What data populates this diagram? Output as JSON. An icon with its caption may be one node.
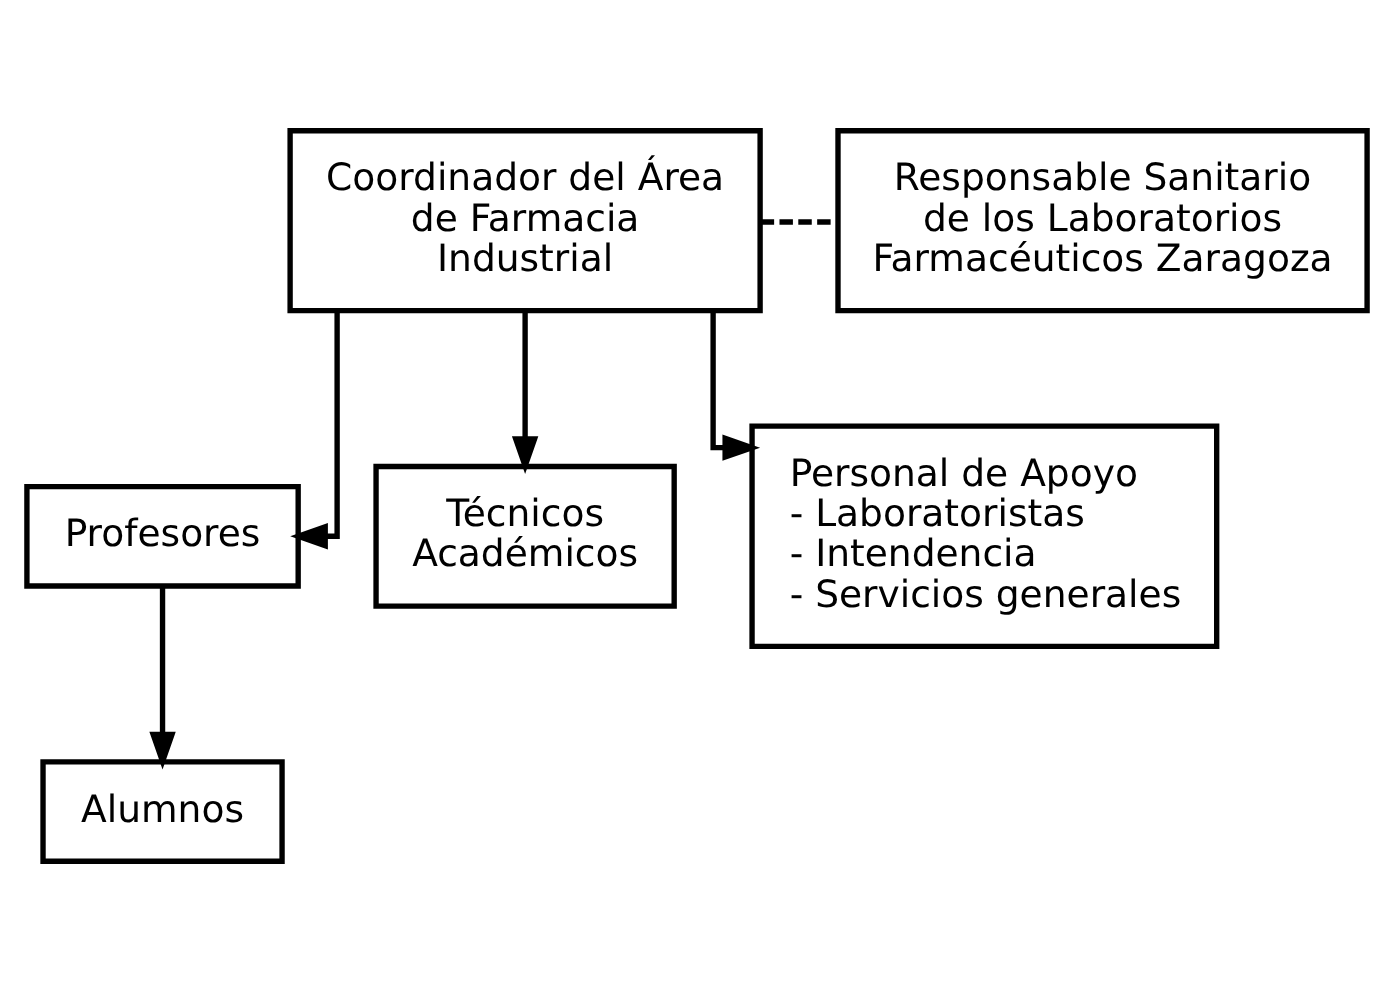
{
  "diagram": {
    "nodes": [
      {
        "text": [
          "Coordinador del Área de Farmacia Industrial"
        ]
      },
      {
        "text": [
          "Responsable Sanitario de los Laboratorios Farmacéuticos Zaragoza"
        ]
      },
      {
        "text": [
          "Profesores"
        ]
      },
      {
        "text": [
          "Técnicos Académicos"
        ]
      },
      {
        "text": [
          "Personal de Apoyo",
          "- Laboratoristas",
          "- Intendencia",
          "- Servicios generales"
        ]
      },
      {
        "text": [
          "Alumnos"
        ]
      }
    ],
    "edges": [
      {
        "from": 0,
        "to": 1,
        "arrow": "none",
        "style": "dashed"
      },
      {
        "from": 0,
        "to": 2,
        "arrow": "to"
      },
      {
        "from": 0,
        "to": 3,
        "arrow": "to"
      },
      {
        "from": 0,
        "to": 4,
        "arrow": "to"
      },
      {
        "from": 2,
        "to": 5,
        "arrow": "to"
      }
    ]
  }
}
